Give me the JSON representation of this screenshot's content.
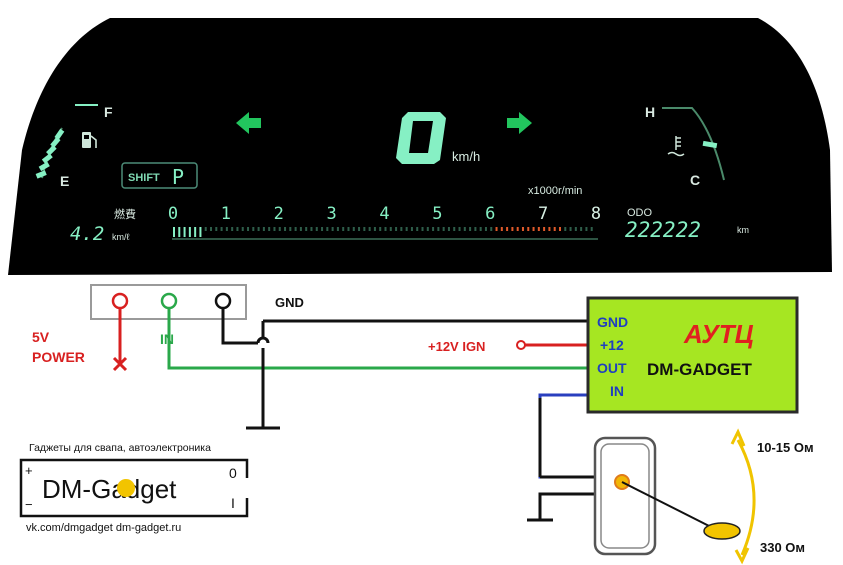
{
  "dashboard": {
    "fuel_full_label": "F",
    "fuel_empty_label": "E",
    "shift_label": "SHIFT",
    "gear_label": "P",
    "speed_value": "0",
    "speed_unit": "km/h",
    "tach_unit": "x1000r/min",
    "tach_ticks": [
      "0",
      "1",
      "2",
      "3",
      "4",
      "5",
      "6",
      "7",
      "8"
    ],
    "economy_label": "燃費",
    "economy_value": "4.2",
    "economy_unit": "km/ℓ",
    "odo_label": "ODO",
    "odo_value": "222222",
    "odo_unit": "km",
    "temp_hot_label": "H",
    "temp_cold_label": "C",
    "colors": {
      "segment": "#86f0c4",
      "arrow": "#22c55e",
      "redline": "#e05a2a",
      "background": "#000000"
    }
  },
  "sensor_connector": {
    "power_label": "5V\nPOWER",
    "power_line1": "5V",
    "power_line2": "POWER",
    "in_label": "IN",
    "gnd_label": "GND"
  },
  "module": {
    "title": "АУТЦ",
    "brand": "DM-GADGET",
    "pins": [
      "GND",
      "+12",
      "OUT",
      "IN"
    ],
    "ign_label": "+12V IGN",
    "colors": {
      "body": "#a6e622",
      "title": "#e02020",
      "pins": "#1f3fbf"
    }
  },
  "sender": {
    "high_label": "10-15 Ом",
    "low_label": "330 Ом"
  },
  "branding": {
    "tagline": "Гаджеты для свапа, автоэлектроника",
    "logo_text": "DM-Gadget",
    "links": "vk.com/dmgadget  dm-gadget.ru"
  },
  "wire_colors": {
    "black": "#111111",
    "red": "#d82020",
    "green": "#2aa84a",
    "blue": "#2a3fbf"
  }
}
